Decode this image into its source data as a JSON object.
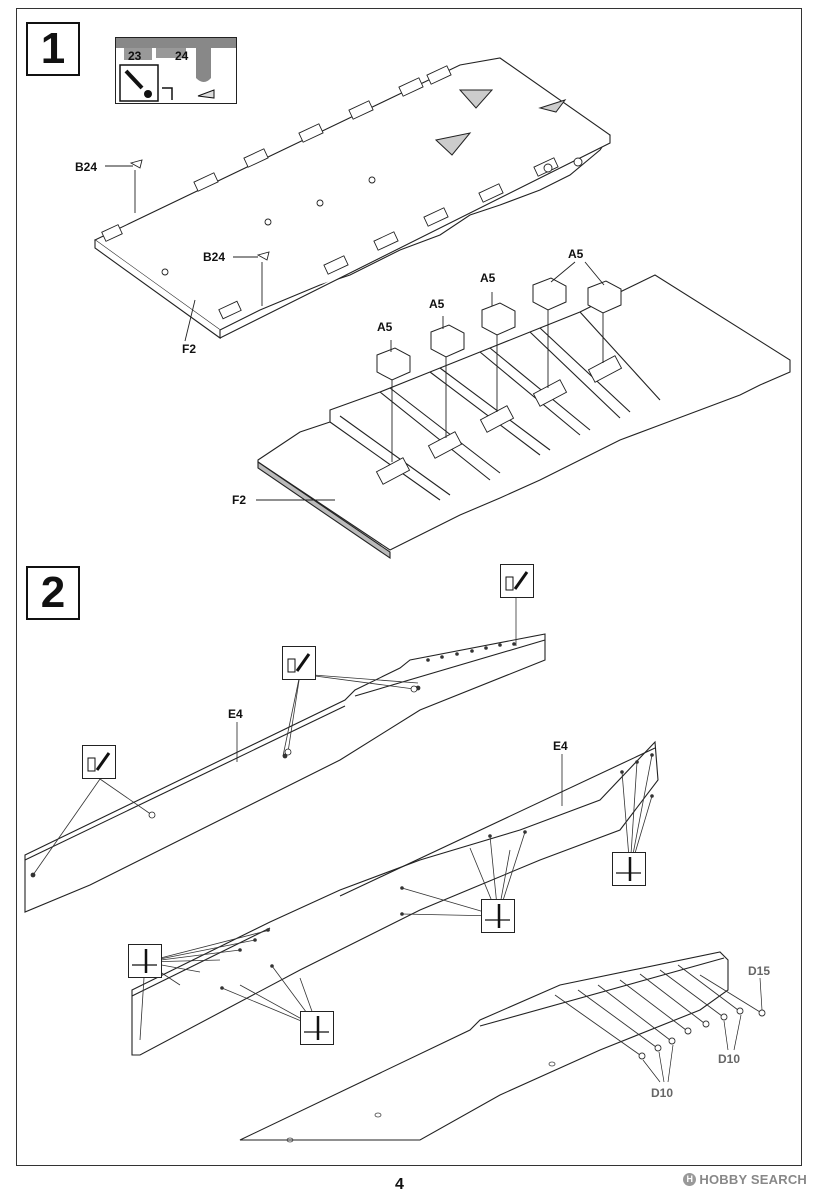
{
  "page": {
    "number": "4"
  },
  "steps": [
    {
      "number": "1"
    },
    {
      "number": "2"
    }
  ],
  "option_panel": {
    "left_option": "23",
    "right_option": "24"
  },
  "labels": {
    "b24": "B24",
    "f2": "F2",
    "a5": "A5",
    "e4": "E4",
    "d15": "D15",
    "d10": "D10"
  },
  "watermark": {
    "mark": "H",
    "text": "HOBBY SEARCH"
  },
  "icons": [
    "cement-glue-icon",
    "cut-sprue-icon",
    "glue-icon"
  ]
}
